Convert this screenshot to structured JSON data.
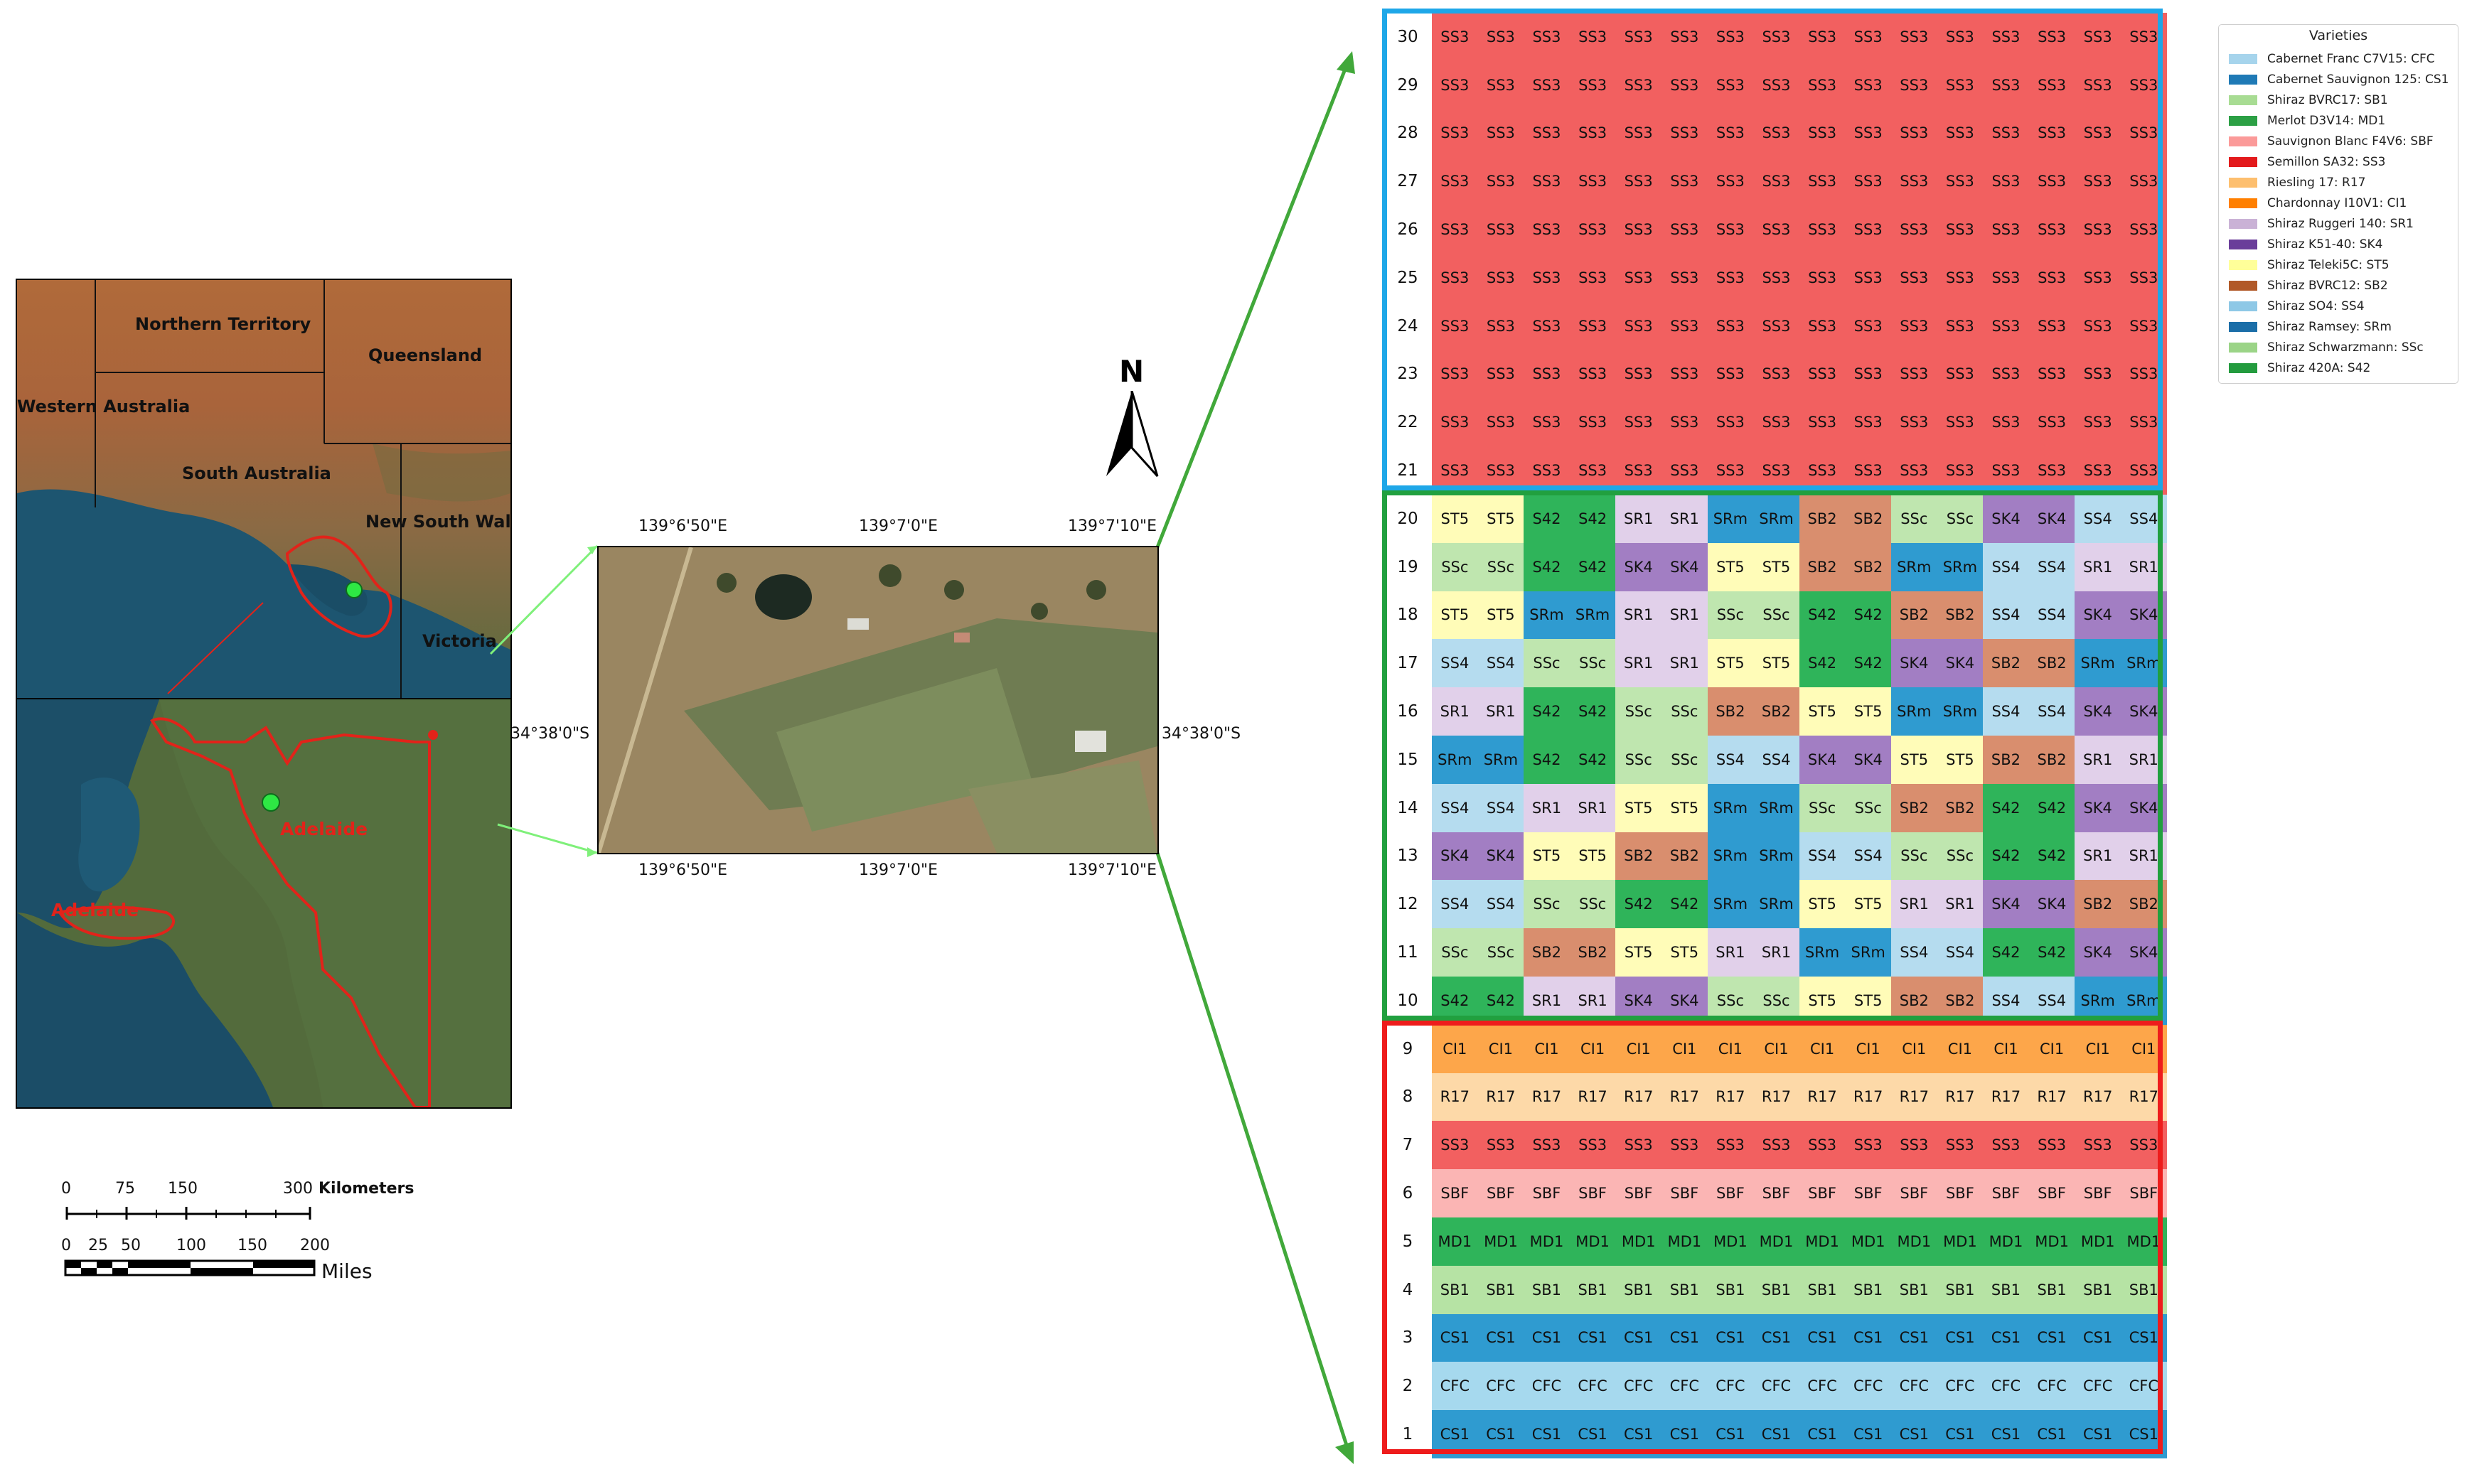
{
  "map": {
    "regions": {
      "nt": "Northern Territory",
      "qld": "Queensland",
      "wa": "Western Australia",
      "sa": "South Australia",
      "nsw": "New South Wales",
      "vic": "Victoria"
    },
    "cities": [
      "Adelaide",
      "Adelaide"
    ],
    "coords": {
      "top": [
        "139°6'50\"E",
        "139°7'0\"E",
        "139°7'10\"E"
      ],
      "bottom": [
        "139°6'50\"E",
        "139°7'0\"E",
        "139°7'10\"E"
      ],
      "left": "34°38'0\"S",
      "right": "34°38'0\"S"
    },
    "north": "N",
    "scale": {
      "km_ticks": [
        "0",
        "75",
        "150",
        "300"
      ],
      "km_unit": "Kilometers",
      "mi_ticks": [
        "0",
        "25",
        "50",
        "100",
        "150",
        "200"
      ],
      "mi_unit": "Miles"
    }
  },
  "legend": {
    "title": "Varieties",
    "items": [
      {
        "label": "Cabernet Franc C7V15: CFC",
        "color": "#a6d4ec"
      },
      {
        "label": "Cabernet Sauvignon 125: CS1",
        "color": "#1f7ab6"
      },
      {
        "label": "Shiraz BVRC17: SB1",
        "color": "#a8dc93"
      },
      {
        "label": "Merlot D3V14: MD1",
        "color": "#2ca045"
      },
      {
        "label": "Sauvignon Blanc F4V6: SBF",
        "color": "#fb9a99"
      },
      {
        "label": "Semillon SA32: SS3",
        "color": "#e31a1c"
      },
      {
        "label": "Riesling 17: R17",
        "color": "#fdbf6f"
      },
      {
        "label": "Chardonnay I10V1: CI1",
        "color": "#ff7f00"
      },
      {
        "label": "Shiraz Ruggeri 140: SR1",
        "color": "#cab2d6"
      },
      {
        "label": "Shiraz K51-40: SK4",
        "color": "#6a3d9a"
      },
      {
        "label": "Shiraz Teleki5C: ST5",
        "color": "#ffff99"
      },
      {
        "label": "Shiraz BVRC12: SB2",
        "color": "#b15928"
      },
      {
        "label": "Shiraz SO4: SS4",
        "color": "#8ec8e6"
      },
      {
        "label": "Shiraz Ramsey: SRm",
        "color": "#1b6ea8"
      },
      {
        "label": "Shiraz Schwarzmann: SSc",
        "color": "#9bd487"
      },
      {
        "label": "Shiraz 420A: S42",
        "color": "#239b3e"
      }
    ]
  },
  "grid": {
    "colors": {
      "CFC": "#a6d9ee",
      "CS1": "#2f9bd0",
      "SB1": "#b6e3a4",
      "MD1": "#2fb45a",
      "SBF": "#fbb5b4",
      "SS3": "#f26060",
      "R17": "#fdd9a8",
      "CI1": "#fda64a",
      "SR1": "#e1d0ea",
      "SK4": "#a27ec3",
      "ST5": "#fffcb8",
      "SB2": "#d98e6e",
      "SS4": "#b5dcef",
      "SRm": "#2f9bd0",
      "SSc": "#bfe6af",
      "S42": "#2fb45a"
    },
    "block_colors": {
      "top": "#1ea7e8",
      "middle": "#21a03f",
      "bottom": "#ee1c1c"
    },
    "rows": [
      {
        "n": "30",
        "cells": [
          "SS3",
          "SS3",
          "SS3",
          "SS3",
          "SS3",
          "SS3",
          "SS3",
          "SS3",
          "SS3",
          "SS3",
          "SS3",
          "SS3",
          "SS3",
          "SS3",
          "SS3",
          "SS3"
        ]
      },
      {
        "n": "29",
        "cells": [
          "SS3",
          "SS3",
          "SS3",
          "SS3",
          "SS3",
          "SS3",
          "SS3",
          "SS3",
          "SS3",
          "SS3",
          "SS3",
          "SS3",
          "SS3",
          "SS3",
          "SS3",
          "SS3"
        ]
      },
      {
        "n": "28",
        "cells": [
          "SS3",
          "SS3",
          "SS3",
          "SS3",
          "SS3",
          "SS3",
          "SS3",
          "SS3",
          "SS3",
          "SS3",
          "SS3",
          "SS3",
          "SS3",
          "SS3",
          "SS3",
          "SS3"
        ]
      },
      {
        "n": "27",
        "cells": [
          "SS3",
          "SS3",
          "SS3",
          "SS3",
          "SS3",
          "SS3",
          "SS3",
          "SS3",
          "SS3",
          "SS3",
          "SS3",
          "SS3",
          "SS3",
          "SS3",
          "SS3",
          "SS3"
        ]
      },
      {
        "n": "26",
        "cells": [
          "SS3",
          "SS3",
          "SS3",
          "SS3",
          "SS3",
          "SS3",
          "SS3",
          "SS3",
          "SS3",
          "SS3",
          "SS3",
          "SS3",
          "SS3",
          "SS3",
          "SS3",
          "SS3"
        ]
      },
      {
        "n": "25",
        "cells": [
          "SS3",
          "SS3",
          "SS3",
          "SS3",
          "SS3",
          "SS3",
          "SS3",
          "SS3",
          "SS3",
          "SS3",
          "SS3",
          "SS3",
          "SS3",
          "SS3",
          "SS3",
          "SS3"
        ]
      },
      {
        "n": "24",
        "cells": [
          "SS3",
          "SS3",
          "SS3",
          "SS3",
          "SS3",
          "SS3",
          "SS3",
          "SS3",
          "SS3",
          "SS3",
          "SS3",
          "SS3",
          "SS3",
          "SS3",
          "SS3",
          "SS3"
        ]
      },
      {
        "n": "23",
        "cells": [
          "SS3",
          "SS3",
          "SS3",
          "SS3",
          "SS3",
          "SS3",
          "SS3",
          "SS3",
          "SS3",
          "SS3",
          "SS3",
          "SS3",
          "SS3",
          "SS3",
          "SS3",
          "SS3"
        ]
      },
      {
        "n": "22",
        "cells": [
          "SS3",
          "SS3",
          "SS3",
          "SS3",
          "SS3",
          "SS3",
          "SS3",
          "SS3",
          "SS3",
          "SS3",
          "SS3",
          "SS3",
          "SS3",
          "SS3",
          "SS3",
          "SS3"
        ]
      },
      {
        "n": "21",
        "cells": [
          "SS3",
          "SS3",
          "SS3",
          "SS3",
          "SS3",
          "SS3",
          "SS3",
          "SS3",
          "SS3",
          "SS3",
          "SS3",
          "SS3",
          "SS3",
          "SS3",
          "SS3",
          "SS3"
        ]
      },
      {
        "n": "20",
        "cells": [
          "ST5",
          "ST5",
          "S42",
          "S42",
          "SR1",
          "SR1",
          "SRm",
          "SRm",
          "SB2",
          "SB2",
          "SSc",
          "SSc",
          "SK4",
          "SK4",
          "SS4",
          "SS4"
        ]
      },
      {
        "n": "19",
        "cells": [
          "SSc",
          "SSc",
          "S42",
          "S42",
          "SK4",
          "SK4",
          "ST5",
          "ST5",
          "SB2",
          "SB2",
          "SRm",
          "SRm",
          "SS4",
          "SS4",
          "SR1",
          "SR1"
        ]
      },
      {
        "n": "18",
        "cells": [
          "ST5",
          "ST5",
          "SRm",
          "SRm",
          "SR1",
          "SR1",
          "SSc",
          "SSc",
          "S42",
          "S42",
          "SB2",
          "SB2",
          "SS4",
          "SS4",
          "SK4",
          "SK4"
        ]
      },
      {
        "n": "17",
        "cells": [
          "SS4",
          "SS4",
          "SSc",
          "SSc",
          "SR1",
          "SR1",
          "ST5",
          "ST5",
          "S42",
          "S42",
          "SK4",
          "SK4",
          "SB2",
          "SB2",
          "SRm",
          "SRm"
        ]
      },
      {
        "n": "16",
        "cells": [
          "SR1",
          "SR1",
          "S42",
          "S42",
          "SSc",
          "SSc",
          "SB2",
          "SB2",
          "ST5",
          "ST5",
          "SRm",
          "SRm",
          "SS4",
          "SS4",
          "SK4",
          "SK4"
        ]
      },
      {
        "n": "15",
        "cells": [
          "SRm",
          "SRm",
          "S42",
          "S42",
          "SSc",
          "SSc",
          "SS4",
          "SS4",
          "SK4",
          "SK4",
          "ST5",
          "ST5",
          "SB2",
          "SB2",
          "SR1",
          "SR1"
        ]
      },
      {
        "n": "14",
        "cells": [
          "SS4",
          "SS4",
          "SR1",
          "SR1",
          "ST5",
          "ST5",
          "SRm",
          "SRm",
          "SSc",
          "SSc",
          "SB2",
          "SB2",
          "S42",
          "S42",
          "SK4",
          "SK4"
        ]
      },
      {
        "n": "13",
        "cells": [
          "SK4",
          "SK4",
          "ST5",
          "ST5",
          "SB2",
          "SB2",
          "SRm",
          "SRm",
          "SS4",
          "SS4",
          "SSc",
          "SSc",
          "S42",
          "S42",
          "SR1",
          "SR1"
        ]
      },
      {
        "n": "12",
        "cells": [
          "SS4",
          "SS4",
          "SSc",
          "SSc",
          "S42",
          "S42",
          "SRm",
          "SRm",
          "ST5",
          "ST5",
          "SR1",
          "SR1",
          "SK4",
          "SK4",
          "SB2",
          "SB2"
        ]
      },
      {
        "n": "11",
        "cells": [
          "SSc",
          "SSc",
          "SB2",
          "SB2",
          "ST5",
          "ST5",
          "SR1",
          "SR1",
          "SRm",
          "SRm",
          "SS4",
          "SS4",
          "S42",
          "S42",
          "SK4",
          "SK4"
        ]
      },
      {
        "n": "10",
        "cells": [
          "S42",
          "S42",
          "SR1",
          "SR1",
          "SK4",
          "SK4",
          "SSc",
          "SSc",
          "ST5",
          "ST5",
          "SB2",
          "SB2",
          "SS4",
          "SS4",
          "SRm",
          "SRm"
        ]
      },
      {
        "n": "9",
        "cells": [
          "CI1",
          "CI1",
          "CI1",
          "CI1",
          "CI1",
          "CI1",
          "CI1",
          "CI1",
          "CI1",
          "CI1",
          "CI1",
          "CI1",
          "CI1",
          "CI1",
          "CI1",
          "CI1"
        ]
      },
      {
        "n": "8",
        "cells": [
          "R17",
          "R17",
          "R17",
          "R17",
          "R17",
          "R17",
          "R17",
          "R17",
          "R17",
          "R17",
          "R17",
          "R17",
          "R17",
          "R17",
          "R17",
          "R17"
        ]
      },
      {
        "n": "7",
        "cells": [
          "SS3",
          "SS3",
          "SS3",
          "SS3",
          "SS3",
          "SS3",
          "SS3",
          "SS3",
          "SS3",
          "SS3",
          "SS3",
          "SS3",
          "SS3",
          "SS3",
          "SS3",
          "SS3"
        ]
      },
      {
        "n": "6",
        "cells": [
          "SBF",
          "SBF",
          "SBF",
          "SBF",
          "SBF",
          "SBF",
          "SBF",
          "SBF",
          "SBF",
          "SBF",
          "SBF",
          "SBF",
          "SBF",
          "SBF",
          "SBF",
          "SBF"
        ]
      },
      {
        "n": "5",
        "cells": [
          "MD1",
          "MD1",
          "MD1",
          "MD1",
          "MD1",
          "MD1",
          "MD1",
          "MD1",
          "MD1",
          "MD1",
          "MD1",
          "MD1",
          "MD1",
          "MD1",
          "MD1",
          "MD1"
        ]
      },
      {
        "n": "4",
        "cells": [
          "SB1",
          "SB1",
          "SB1",
          "SB1",
          "SB1",
          "SB1",
          "SB1",
          "SB1",
          "SB1",
          "SB1",
          "SB1",
          "SB1",
          "SB1",
          "SB1",
          "SB1",
          "SB1"
        ]
      },
      {
        "n": "3",
        "cells": [
          "CS1",
          "CS1",
          "CS1",
          "CS1",
          "CS1",
          "CS1",
          "CS1",
          "CS1",
          "CS1",
          "CS1",
          "CS1",
          "CS1",
          "CS1",
          "CS1",
          "CS1",
          "CS1"
        ]
      },
      {
        "n": "2",
        "cells": [
          "CFC",
          "CFC",
          "CFC",
          "CFC",
          "CFC",
          "CFC",
          "CFC",
          "CFC",
          "CFC",
          "CFC",
          "CFC",
          "CFC",
          "CFC",
          "CFC",
          "CFC",
          "CFC"
        ]
      },
      {
        "n": "1",
        "cells": [
          "CS1",
          "CS1",
          "CS1",
          "CS1",
          "CS1",
          "CS1",
          "CS1",
          "CS1",
          "CS1",
          "CS1",
          "CS1",
          "CS1",
          "CS1",
          "CS1",
          "CS1",
          "CS1"
        ]
      }
    ]
  }
}
